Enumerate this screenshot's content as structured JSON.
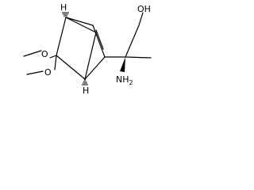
{
  "molecule": {
    "atom_labels": {
      "hydroxyl": "OH",
      "amino": "NH",
      "amino_subscript": "2",
      "methoxy_upper_oxygen": "O",
      "methoxy_lower_oxygen": "O",
      "stereo_h_top": "H",
      "stereo_h_bottom": "H"
    },
    "colors": {
      "bond": "#000000",
      "text": "#000000",
      "background": "#ffffff"
    }
  }
}
